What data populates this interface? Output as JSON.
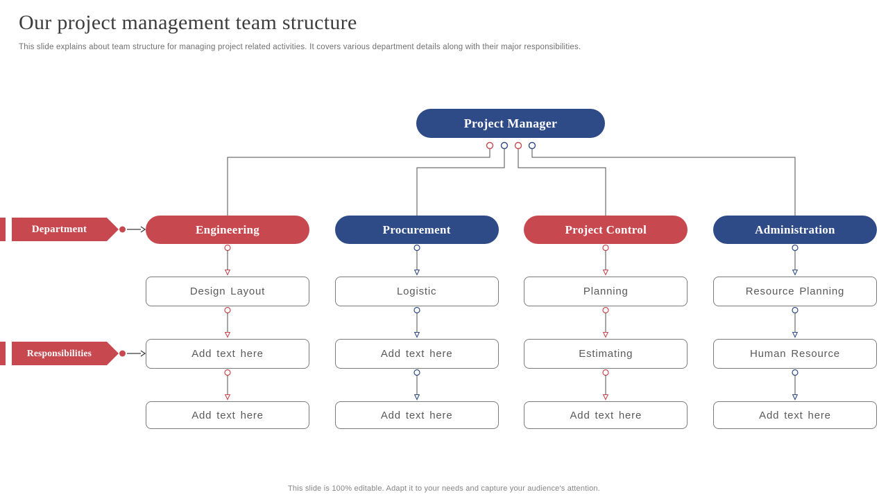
{
  "header": {
    "title": "Our project management team structure",
    "subtitle": "This slide explains about team structure for managing project related activities. It covers various department details along with their major responsibilities."
  },
  "root": {
    "label": "Project Manager"
  },
  "side_labels": {
    "department": "Department",
    "responsibilities": "Responsibilities"
  },
  "columns": [
    {
      "label": "Engineering",
      "accent": "#C7494F",
      "boxes": [
        "Design Layout",
        "Add text here",
        "Add text here"
      ]
    },
    {
      "label": "Procurement",
      "accent": "#2E4A87",
      "boxes": [
        "Logistic",
        "Add text here",
        "Add text here"
      ]
    },
    {
      "label": "Project Control",
      "accent": "#C7494F",
      "boxes": [
        "Planning",
        "Estimating",
        "Add text here"
      ]
    },
    {
      "label": "Administration",
      "accent": "#2E4A87",
      "boxes": [
        "Resource Planning",
        "Human Resource",
        "Add text here"
      ]
    }
  ],
  "connector_dot_colors": [
    "#C7494F",
    "#2E4A87",
    "#C7494F",
    "#2E4A87"
  ],
  "icons": {
    "tag_pointer": "right-arrow",
    "column_connector": "down-arrow"
  },
  "theme": {
    "red": "#C7494F",
    "blue": "#2E4A87",
    "line": "#4D4D4D",
    "box_border": "#7A7A7A",
    "box_text": "#595959"
  },
  "footer": {
    "note": "This slide is 100% editable. Adapt it to your needs and capture your audience's attention."
  }
}
